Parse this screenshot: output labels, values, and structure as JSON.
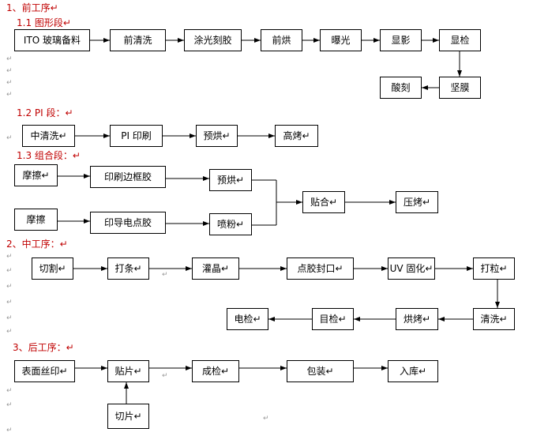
{
  "sections": {
    "pre": {
      "title": "1、前工序↵",
      "sub1": {
        "title": "1.1 图形段↵",
        "boxes": [
          "ITO 玻璃备料",
          "前清洗",
          "涂光刻胶",
          "前烘",
          "曝光",
          "显影",
          "显检",
          "坚膜",
          "酸刻"
        ]
      },
      "sub2": {
        "title": "1.2 PI 段：↵",
        "boxes": [
          "中清洗↵",
          "PI 印刷",
          "预烘↵",
          "高烤↵"
        ]
      },
      "sub3": {
        "title": "1.3 组合段：↵",
        "boxes": [
          "摩擦↵",
          "印刷边框胶",
          "预烘↵",
          "摩擦",
          "印导电点胶",
          "喷粉↵",
          "贴合↵",
          "压烤↵"
        ]
      }
    },
    "mid": {
      "title": "2、中工序：↵",
      "boxes": [
        "切割↵",
        "打条↵",
        "灌晶↵",
        "点胶封口↵",
        "UV 固化↵",
        "打粒↵",
        "清洗↵",
        "烘烤↵",
        "目检↵",
        "电检↵"
      ]
    },
    "post": {
      "title": "3、后工序：↵",
      "boxes": [
        "表面丝印↵",
        "贴片↵",
        "成检↵",
        "包装↵",
        "入库↵",
        "切片↵"
      ]
    }
  },
  "paragraph_mark": "↵"
}
